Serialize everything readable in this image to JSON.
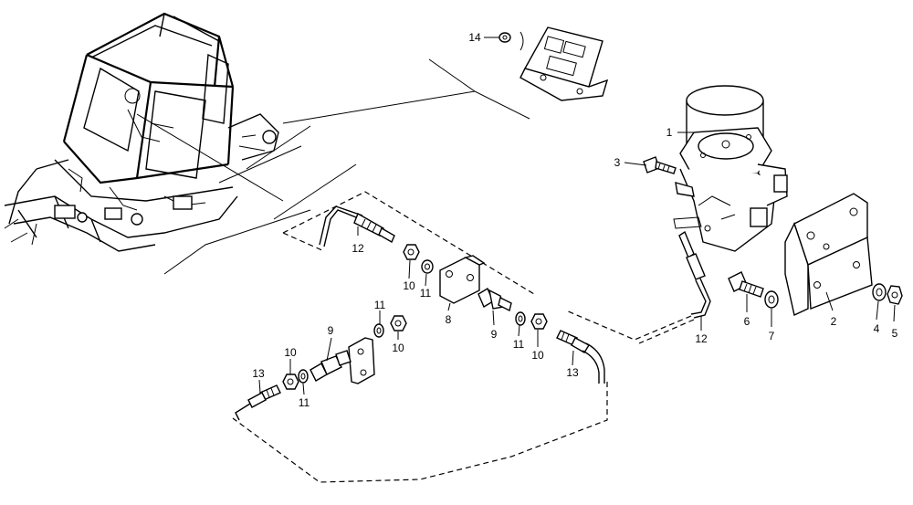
{
  "callouts": {
    "c1": "1",
    "c2": "2",
    "c3": "3",
    "c4": "4",
    "c5": "5",
    "c6": "6",
    "c7": "7",
    "c8": "8",
    "c9a": "9",
    "c9b": "9",
    "c10a": "10",
    "c10b": "10",
    "c10c": "10",
    "c10d": "10",
    "c11a": "11",
    "c11b": "11",
    "c11c": "11",
    "c11d": "11",
    "c12a": "12",
    "c12b": "12",
    "c13a": "13",
    "c13b": "13",
    "c14": "14"
  }
}
